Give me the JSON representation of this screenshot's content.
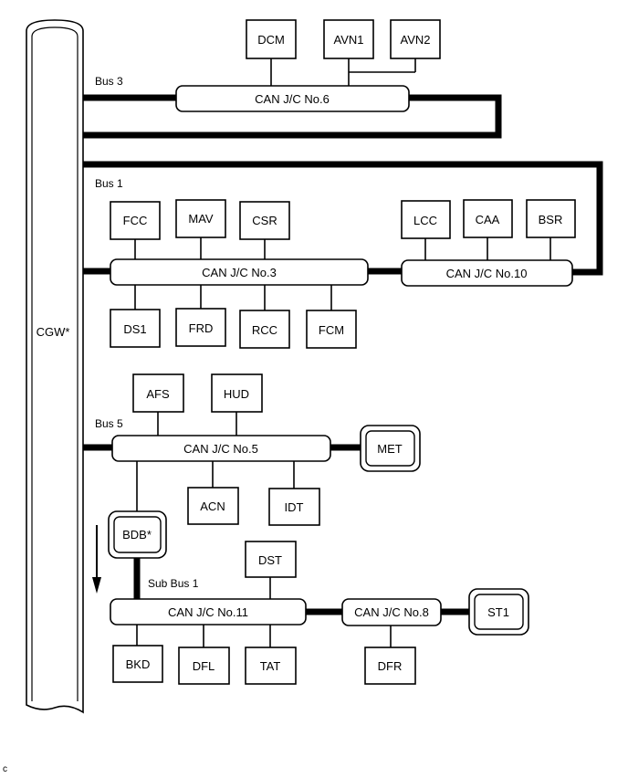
{
  "gateway": {
    "label": "CGW*"
  },
  "buses": {
    "bus3": "Bus 3",
    "bus1": "Bus 1",
    "bus5": "Bus 5",
    "sub_bus1": "Sub Bus 1"
  },
  "junctions": {
    "jc6": "CAN J/C No.6",
    "jc3": "CAN J/C No.3",
    "jc10": "CAN J/C No.10",
    "jc5": "CAN J/C No.5",
    "jc11": "CAN J/C No.11",
    "jc8": "CAN J/C No.8"
  },
  "ecus": {
    "dcm": "DCM",
    "avn1": "AVN1",
    "avn2": "AVN2",
    "fcc": "FCC",
    "mav": "MAV",
    "csr": "CSR",
    "lcc": "LCC",
    "caa": "CAA",
    "bsr": "BSR",
    "ds1": "DS1",
    "frd": "FRD",
    "rcc": "RCC",
    "fcm": "FCM",
    "afs": "AFS",
    "hud": "HUD",
    "met": "MET",
    "acn": "ACN",
    "idt": "IDT",
    "bdb": "BDB*",
    "dst": "DST",
    "st1": "ST1",
    "bkd": "BKD",
    "dfl": "DFL",
    "tat": "TAT",
    "dfr": "DFR"
  },
  "corner_mark": "c"
}
